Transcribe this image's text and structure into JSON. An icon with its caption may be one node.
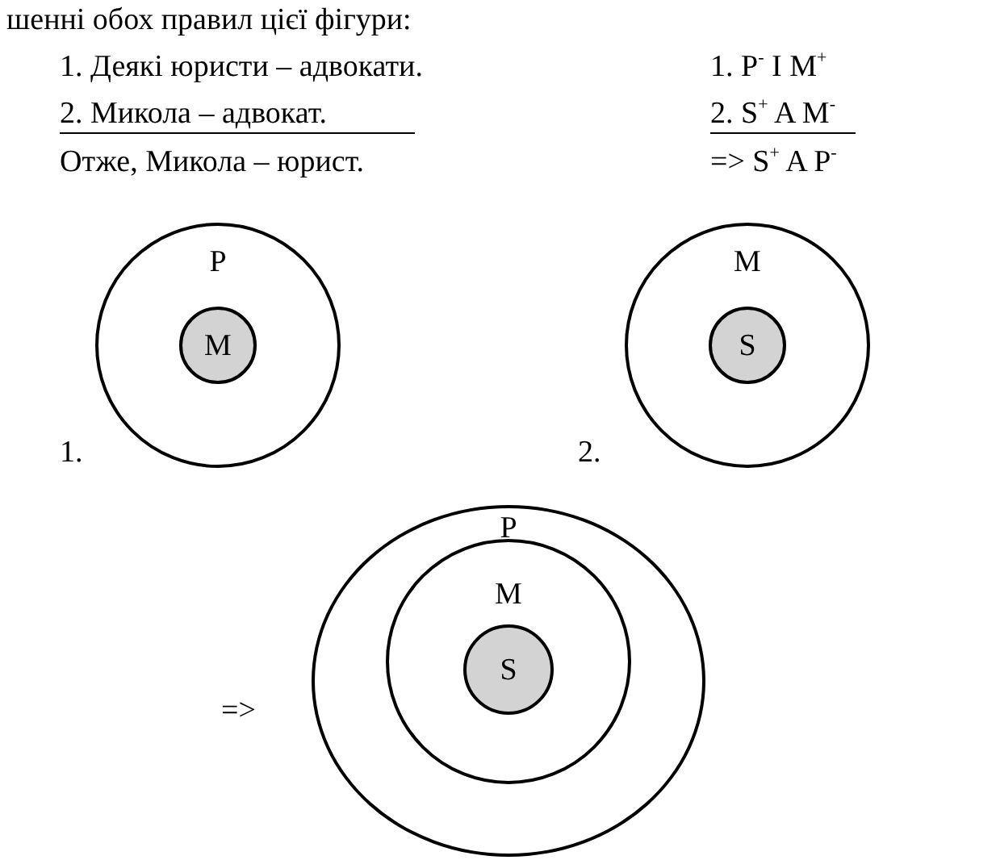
{
  "diagram": {
    "title": "шенні обох правил цієї фігури:",
    "nodes": [
      {
        "text": [
          "P"
        ]
      },
      {
        "text": [
          "M"
        ],
        "in": 0
      },
      {
        "text": [
          "M"
        ]
      },
      {
        "text": [
          "S"
        ],
        "in": 2
      },
      {
        "text": [
          "P"
        ]
      },
      {
        "text": [
          "M"
        ],
        "in": 4
      },
      {
        "text": [
          "S"
        ],
        "in": 5
      }
    ],
    "labels": [
      "1. Деякі юристи – адвокати.",
      "1. P$^{-}$ I M$^{+}$",
      "2. Микола – адвокат.",
      "2. S$^{+}$ A M$^{-}$",
      "Отже, Микола – юрист.",
      "=> S$^{+}$ A P$^{-}$",
      "1.",
      "2.",
      "=>"
    ]
  }
}
